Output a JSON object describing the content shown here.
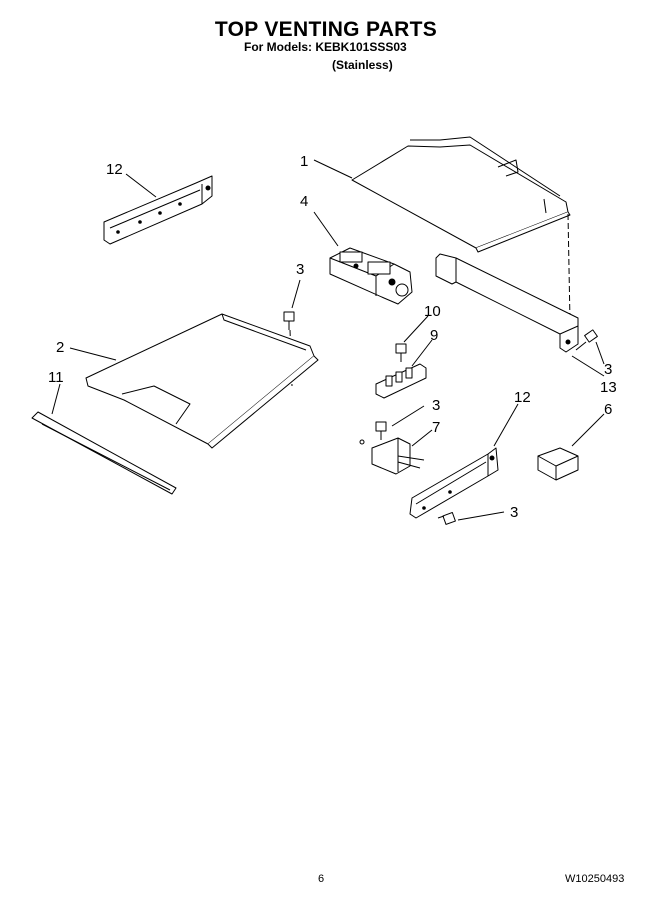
{
  "header": {
    "title": "TOP VENTING PARTS",
    "models_line": "For Models: KEBK101SSS03",
    "variant": "(Stainless)"
  },
  "callouts": {
    "c1": "1",
    "c2": "2",
    "c3a": "3",
    "c3b": "3",
    "c3c": "3",
    "c3d": "3",
    "c4": "4",
    "c6": "6",
    "c7": "7",
    "c9": "9",
    "c10": "10",
    "c11": "11",
    "c12a": "12",
    "c12b": "12",
    "c13": "13"
  },
  "footer": {
    "page_number": "6",
    "document_number": "W10250493"
  }
}
